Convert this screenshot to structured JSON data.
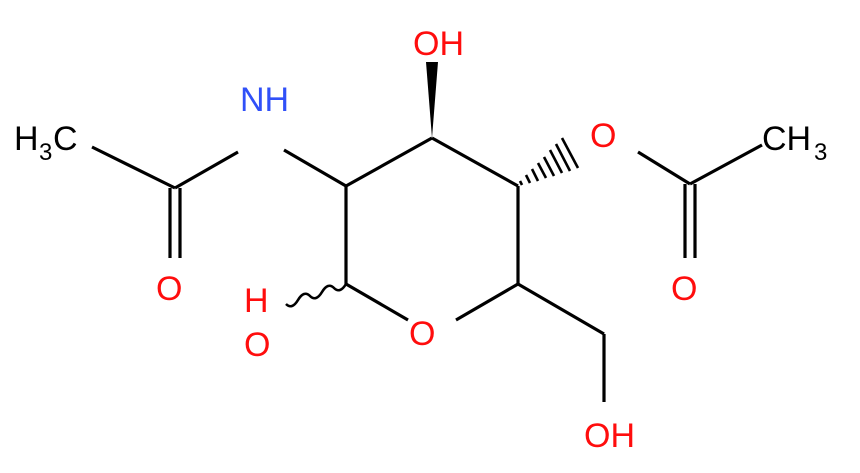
{
  "molecule": {
    "colors": {
      "bond": "#000000",
      "carbon": "#000000",
      "nitrogen": "#3050F8",
      "oxygen": "#FF0D0D"
    },
    "labels": {
      "ch3_left_main": "H",
      "ch3_left_sub": "3",
      "ch3_left_c": "C",
      "nh": "NH",
      "o_amide": "O",
      "oh_top": "OH",
      "o_ester": "O",
      "o_ester_carbonyl": "O",
      "ch3_right_main": "CH",
      "ch3_right_sub": "3",
      "ho_anomeric_h": "H",
      "ho_anomeric_o": "O",
      "o_ring": "O",
      "oh_bottom": "OH"
    }
  }
}
